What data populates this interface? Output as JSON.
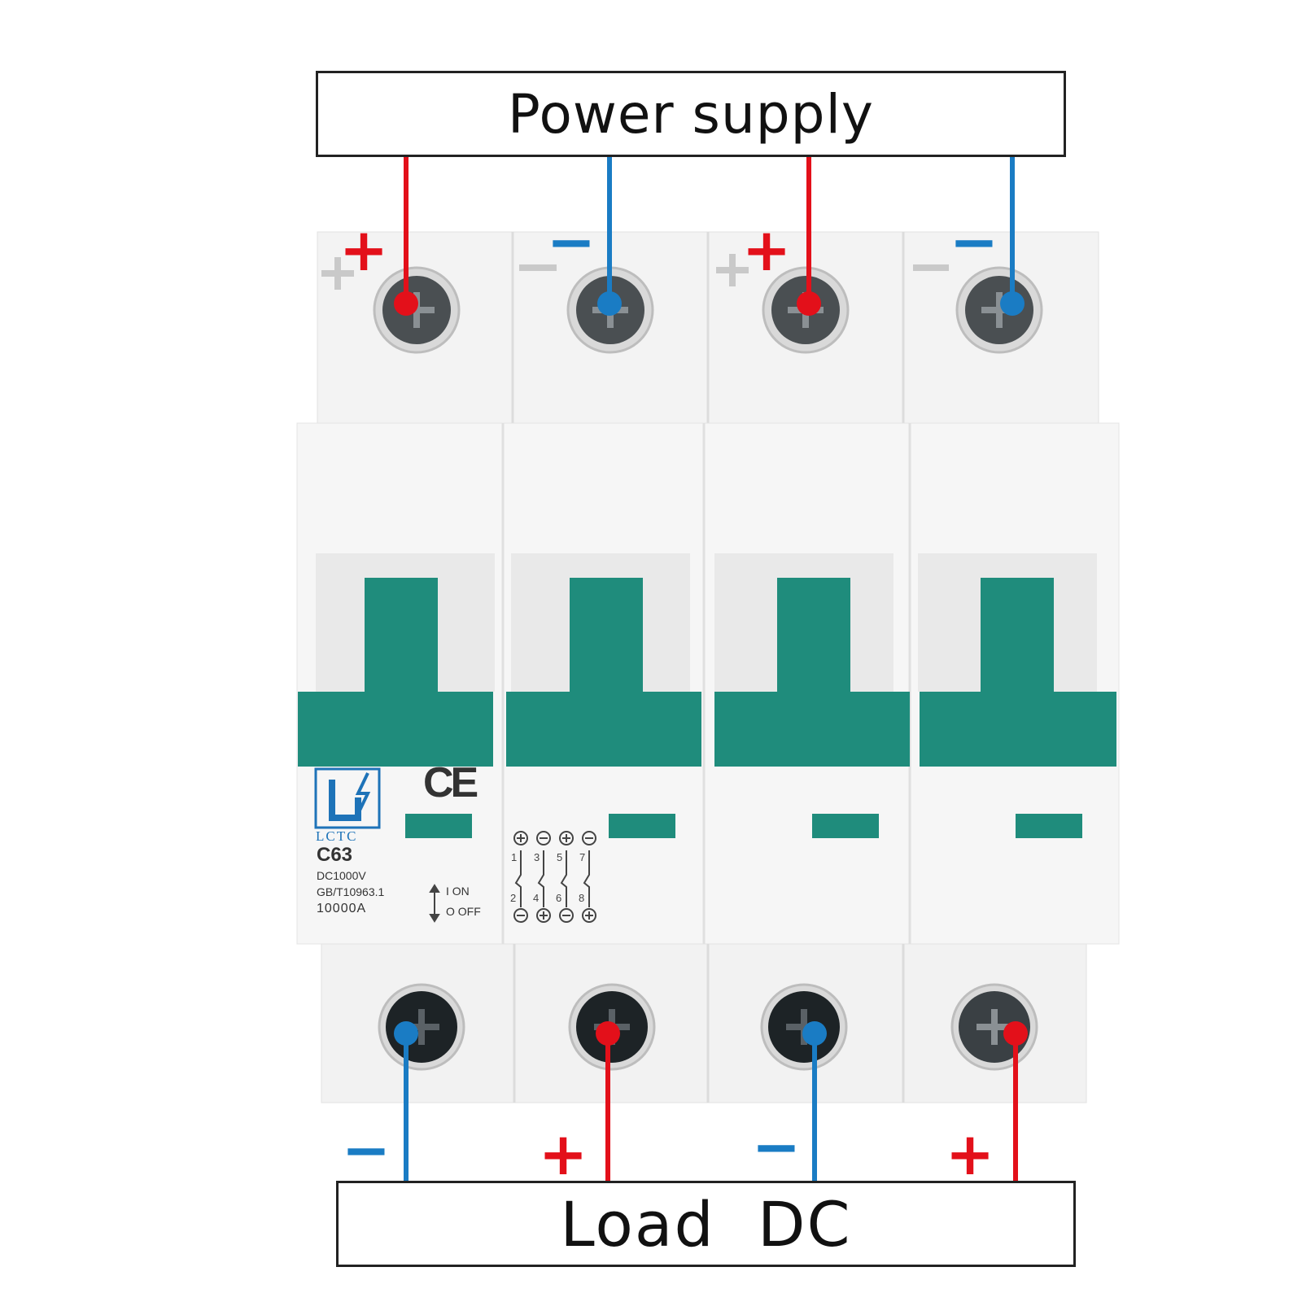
{
  "top_label": "Power supply",
  "bottom_label": "Load  DC",
  "top_terminals": [
    "+",
    "−",
    "+",
    "−"
  ],
  "bottom_terminals": [
    "−",
    "+",
    "−",
    "+"
  ],
  "breaker": {
    "brand": "LCTC",
    "model": "C63",
    "rating_voltage": "DC1000V",
    "standard": "GB/T10963.1",
    "breaking_capacity": "10000A",
    "on_label": "I ON",
    "off_label": "O OFF",
    "ce": "CE"
  },
  "pole_numbers_top": [
    "1",
    "3",
    "5",
    "7"
  ],
  "pole_numbers_bottom": [
    "2",
    "4",
    "6",
    "8"
  ],
  "colors": {
    "positive_wire": "#e3101a",
    "negative_wire": "#1a7cc4",
    "handle": "#1f8c7c",
    "body": "#f4f4f4"
  }
}
